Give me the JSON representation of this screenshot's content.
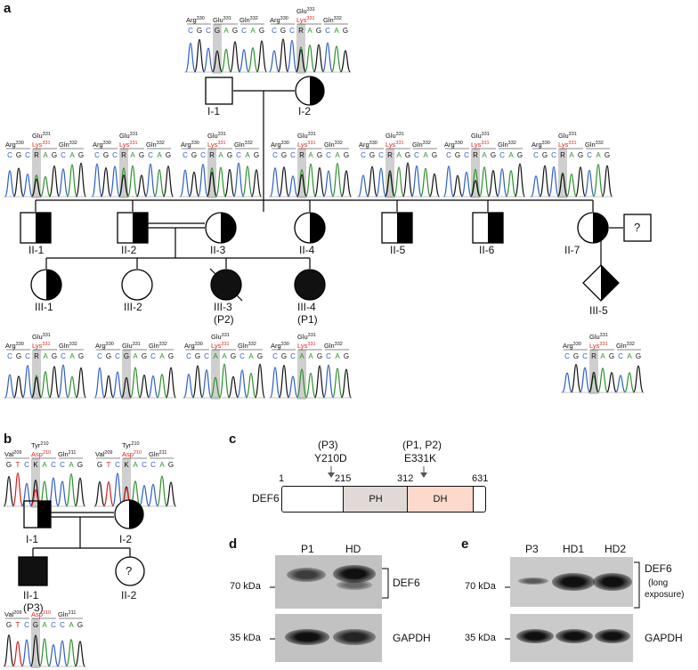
{
  "panels": {
    "a": "a",
    "b": "b",
    "c": "c",
    "d": "d",
    "e": "e"
  },
  "colors": {
    "A": "#2e8f2e",
    "C": "#2f5fc0",
    "G": "#111111",
    "T": "#d41f1f",
    "mut": "#e0221c",
    "hl": "#cfcfcf"
  },
  "pedigree_a": {
    "gen1": [
      "I-1",
      "I-2"
    ],
    "gen2": [
      "II-1",
      "II-2",
      "II-3",
      "II-4",
      "II-5",
      "II-6",
      "II-7"
    ],
    "gen3": [
      "III-1",
      "III-2",
      "III-3",
      "III-4",
      "III-5"
    ],
    "patients": {
      "III-3": "(P2)",
      "III-4": "(P1)"
    },
    "unknown_mark": "?"
  },
  "pedigree_b": {
    "gen1": [
      "I-1",
      "I-2"
    ],
    "gen2": [
      "II-1",
      "II-2"
    ],
    "patients": {
      "II-1": "(P3)"
    },
    "unknown_mark": "?"
  },
  "seq_labels_a": {
    "arg": "Arg",
    "arg_sup": "330",
    "glu": "Glu",
    "glu_sup": "331",
    "lys": "Lys",
    "lys_sup": "331",
    "gln": "Gln",
    "gln_sup": "332"
  },
  "seq_labels_b": {
    "val": "Val",
    "val_sup": "209",
    "tyr": "Tyr",
    "tyr_sup": "210",
    "asp": "Asp",
    "asp_sup": "210",
    "gln": "Gln",
    "gln_sup": "211"
  },
  "bases": {
    "wt_a": [
      "C",
      "G",
      "C",
      "G",
      "A",
      "G",
      "C",
      "A",
      "G"
    ],
    "het_a": [
      "C",
      "G",
      "C",
      "R",
      "A",
      "G",
      "C",
      "A",
      "G"
    ],
    "hom_a": [
      "C",
      "G",
      "C",
      "A",
      "A",
      "G",
      "C",
      "A",
      "G"
    ],
    "het_b": [
      "G",
      "T",
      "C",
      "K",
      "A",
      "C",
      "C",
      "A",
      "G"
    ],
    "hom_b": [
      "G",
      "T",
      "C",
      "G",
      "A",
      "C",
      "C",
      "A",
      "G"
    ]
  },
  "panel_c": {
    "mutations": [
      "(P3)",
      "Y210D",
      "(P1, P2)",
      "E331K"
    ],
    "positions": [
      "1",
      "215",
      "312",
      "631"
    ],
    "protein": "DEF6",
    "domains": [
      "PH",
      "DH"
    ],
    "domain_colors": {
      "PH": "#e0d9d6",
      "DH": "#fcd9cb"
    }
  },
  "panel_d": {
    "lanes": [
      "P1",
      "HD"
    ],
    "markers": [
      "70 kDa",
      "35 kDa"
    ],
    "targets": [
      "DEF6",
      "GAPDH"
    ]
  },
  "panel_e": {
    "lanes": [
      "P3",
      "HD1",
      "HD2"
    ],
    "markers": [
      "70 kDa",
      "35 kDa"
    ],
    "targets": [
      "DEF6",
      "(long",
      "exposure)",
      "GAPDH"
    ]
  }
}
